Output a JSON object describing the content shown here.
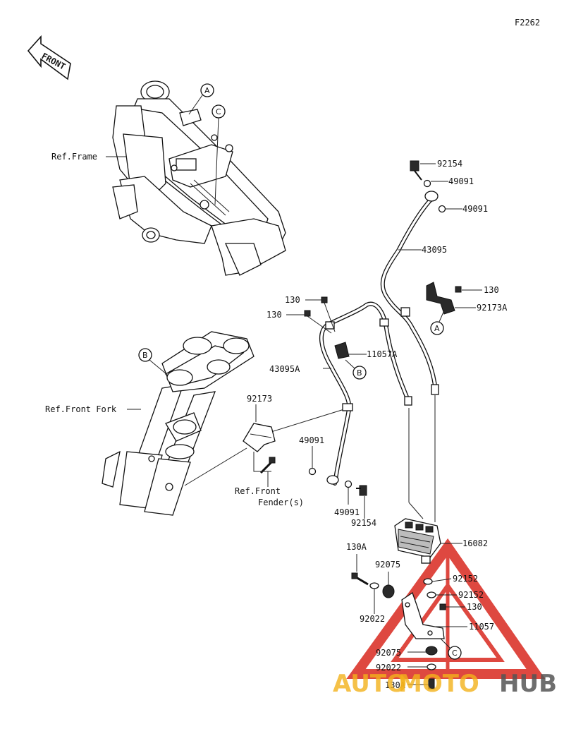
{
  "figure_code": "F2262",
  "front_label": "FRONT",
  "refs": {
    "frame": "Ref.Frame",
    "front_fork": "Ref.Front Fork",
    "front_fender_1": "Ref.Front",
    "front_fender_2": "Fender(s)"
  },
  "callouts": {
    "a": "A",
    "b": "B",
    "c": "C"
  },
  "parts": {
    "p92154_top": "92154",
    "p49091_top1": "49091",
    "p49091_top2": "49091",
    "p43095": "43095",
    "p130_right": "130",
    "p92173A": "92173A",
    "p130_a": "130",
    "p130_b": "130",
    "p11057A": "11057A",
    "p43095A": "43095A",
    "p92173": "92173",
    "p49091_mid": "49091",
    "p49091_low": "49091",
    "p92154_low": "92154",
    "p16082": "16082",
    "p130A_top": "130A",
    "p92075_top": "92075",
    "p92152_1": "92152",
    "p92152_2": "92152",
    "p130_low": "130",
    "p92022_top": "92022",
    "p11057": "11057",
    "p92075_low": "92075",
    "p92022_low": "92022",
    "p130A_low": "130A"
  },
  "watermark": {
    "part1": "AUTO",
    "part2": "MOTO",
    "part3": "HUB",
    "color_red": "#d9291f",
    "color_yellow": "#f3b21a",
    "color_gray": "#555555"
  }
}
